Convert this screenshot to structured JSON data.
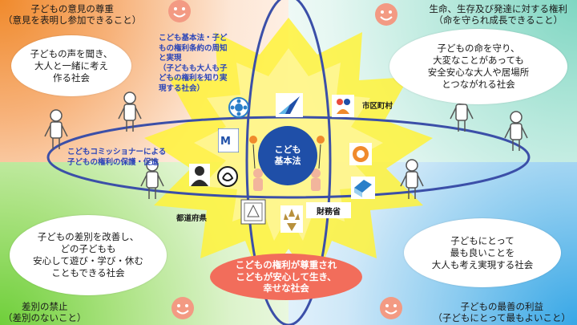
{
  "corners": {
    "top_left": {
      "title": "子どもの意見の尊重",
      "sub": "（意見を表明し参加できること）"
    },
    "top_right": {
      "title": "生命、生存及び発達に対する権利",
      "sub": "（命を守られ成長できること）"
    },
    "bottom_left": {
      "title": "差別の禁止",
      "sub": "（差別のないこと）"
    },
    "bottom_right": {
      "title": "子どもの最善の利益",
      "sub": "（子どもにとって最もよいこと）"
    }
  },
  "bubbles": {
    "top_left": "子どもの声を聞き、\n大人と一緒に考え\n作る社会",
    "top_right": "子どもの命を守り、\n大変なことがあっても\n安全安心な大人や居場所\nとつながれる社会",
    "bottom_left": "子どもの差別を改善し、\nどの子どもも\n安心して遊び・学び・休む\nこともできる社会",
    "bottom_right": "子どもにとって\n最も良いことを\n大人も考え実現する社会"
  },
  "blue_texts": {
    "upper": "こども基本法・子ど\nもの権利条約の周知\nと実現\n（子どもも大人も子\nどもの権利を知り実\n現する社会）",
    "left": "こどもコミッショナーによる\n子どもの権利の保護・促進"
  },
  "center": {
    "label": "こども\n基本法"
  },
  "banner": {
    "text": "こどもの権利が尊重され\nこどもが安心して生き、\n幸せな社会"
  },
  "org_labels": {
    "municipality": "市区町村",
    "prefecture": "都道府県",
    "mof_text": "財務省"
  },
  "colors": {
    "orbit": "#3b4fa8",
    "star": "#fff23a",
    "center": "#1f4fa8",
    "banner": "#f26d5b",
    "smiley": "#f39a83"
  }
}
